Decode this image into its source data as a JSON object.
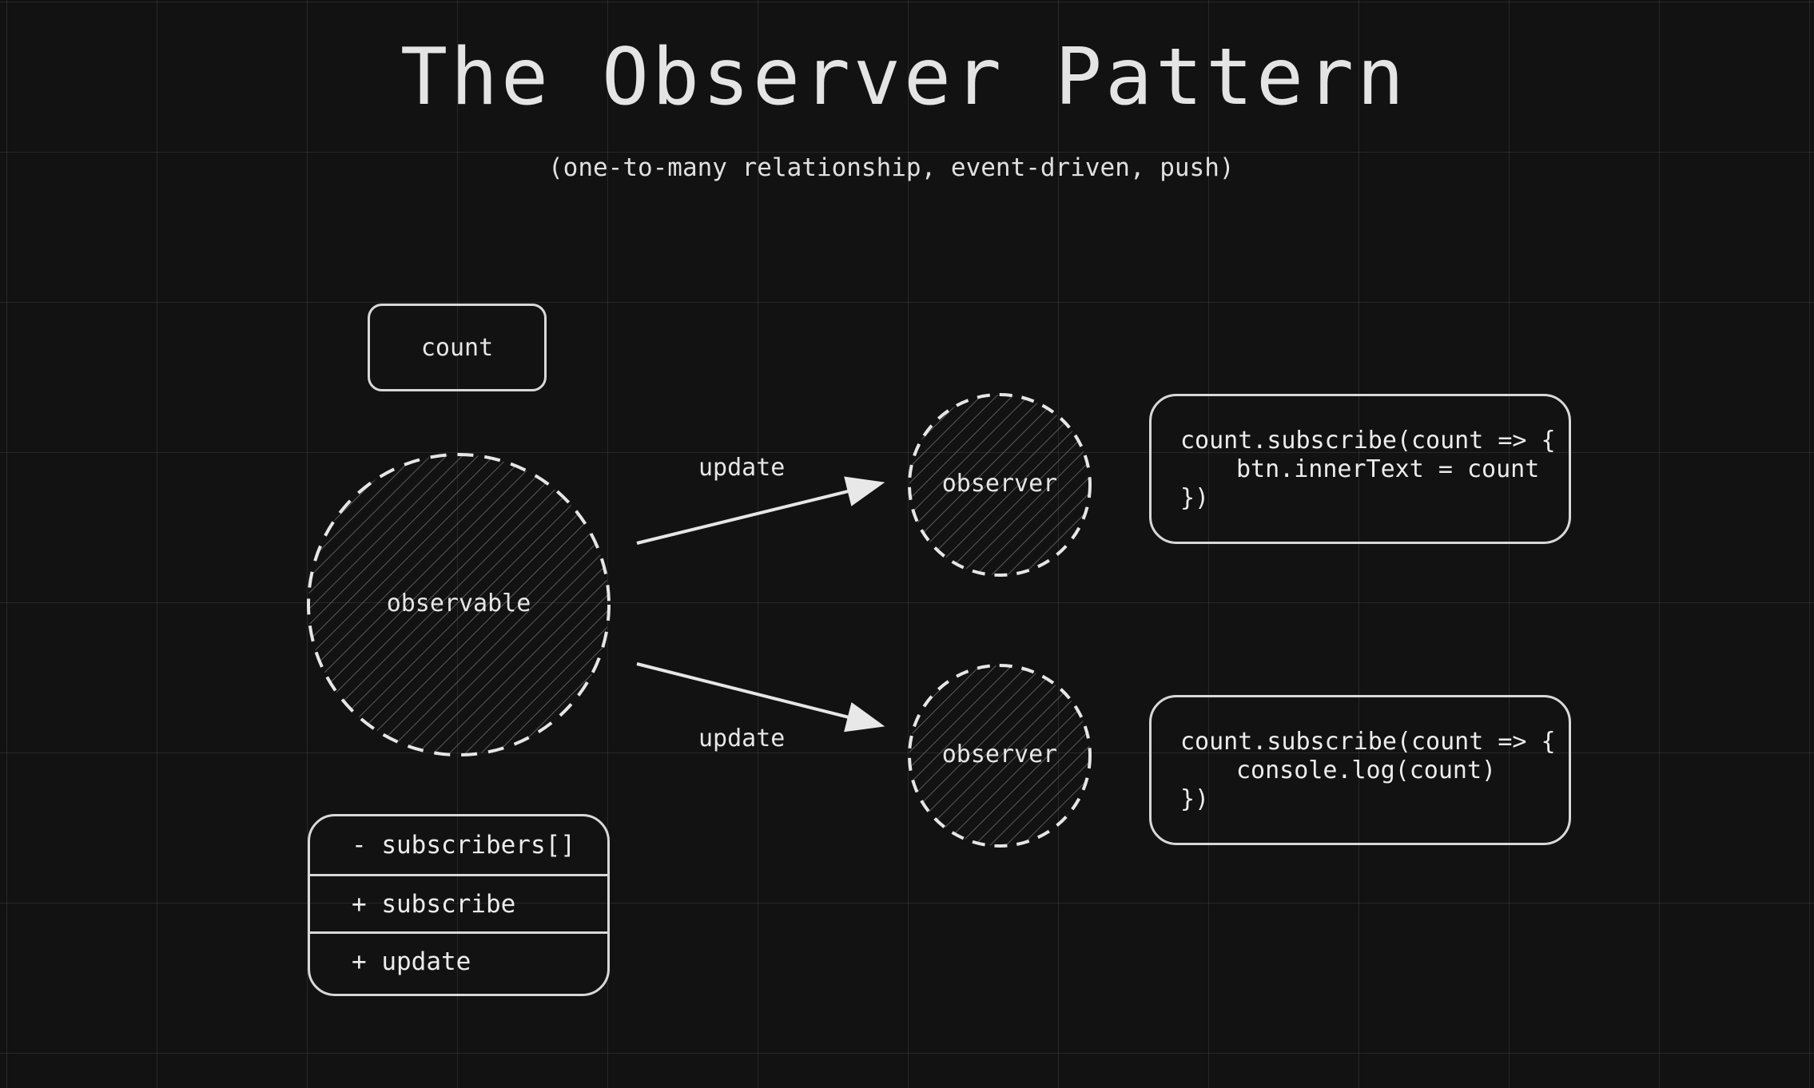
{
  "title": "The Observer Pattern",
  "subtitle": "(one-to-many relationship, event-driven, push)",
  "state_box": {
    "label": "count"
  },
  "observable": {
    "label": "observable"
  },
  "arrows": [
    {
      "label": "update"
    },
    {
      "label": "update"
    }
  ],
  "observers": [
    {
      "label": "observer"
    },
    {
      "label": "observer"
    }
  ],
  "code_blocks": [
    {
      "lines": [
        "count.subscribe(count => {",
        "btn.innerText = count",
        "})"
      ]
    },
    {
      "lines": [
        "count.subscribe(count => {",
        "console.log(count)",
        "})"
      ]
    }
  ],
  "class_members": [
    {
      "text": "- subscribers[]"
    },
    {
      "text": "+ subscribe"
    },
    {
      "text": "+ update"
    }
  ],
  "colors": {
    "background": "#121212",
    "grid": "#2a2a2a",
    "stroke": "#d8d8d8",
    "text": "#e6e6e6"
  }
}
